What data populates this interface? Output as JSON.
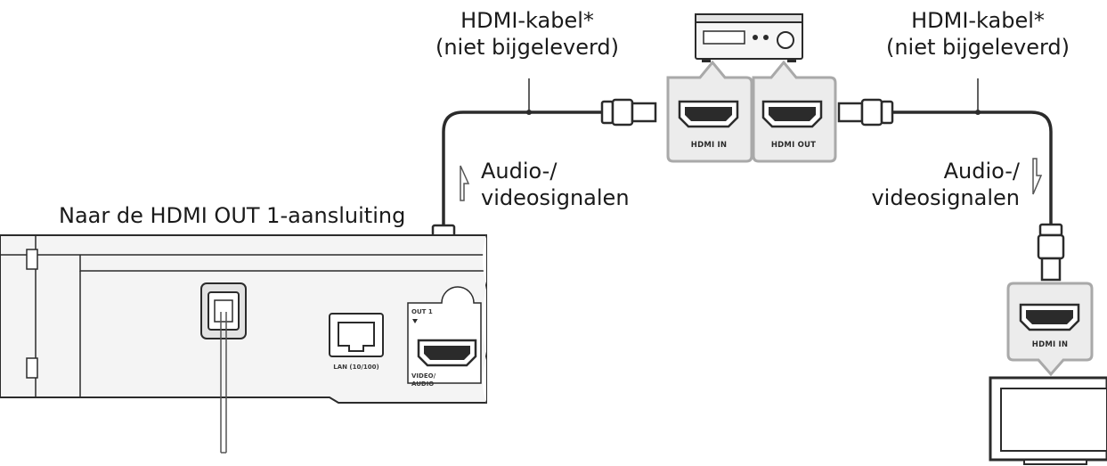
{
  "labels": {
    "cable_left_line1": "HDMI-kabel*",
    "cable_left_line2": "(niet bijgeleverd)",
    "cable_right_line1": "HDMI-kabel*",
    "cable_right_line2": "(niet bijgeleverd)",
    "signal_left_line1": "Audio-/",
    "signal_left_line2": "videosignalen",
    "signal_right_line1": "Audio-/",
    "signal_right_line2": "videosignalen",
    "player_port_caption": "Naar de HDMI OUT 1-aansluiting"
  },
  "ports": {
    "receiver_in": "HDMI IN",
    "receiver_out": "HDMI OUT",
    "tv_in": "HDMI IN",
    "player_lan": "LAN (10/100)",
    "player_out": "OUT 1",
    "player_video": "VIDEO/",
    "player_audio": "AUDIO"
  },
  "colors": {
    "line": "#2b2b2b",
    "panel": "#ececec",
    "panel_border": "#a9a9a9",
    "device_fill": "#f4f4f4"
  }
}
